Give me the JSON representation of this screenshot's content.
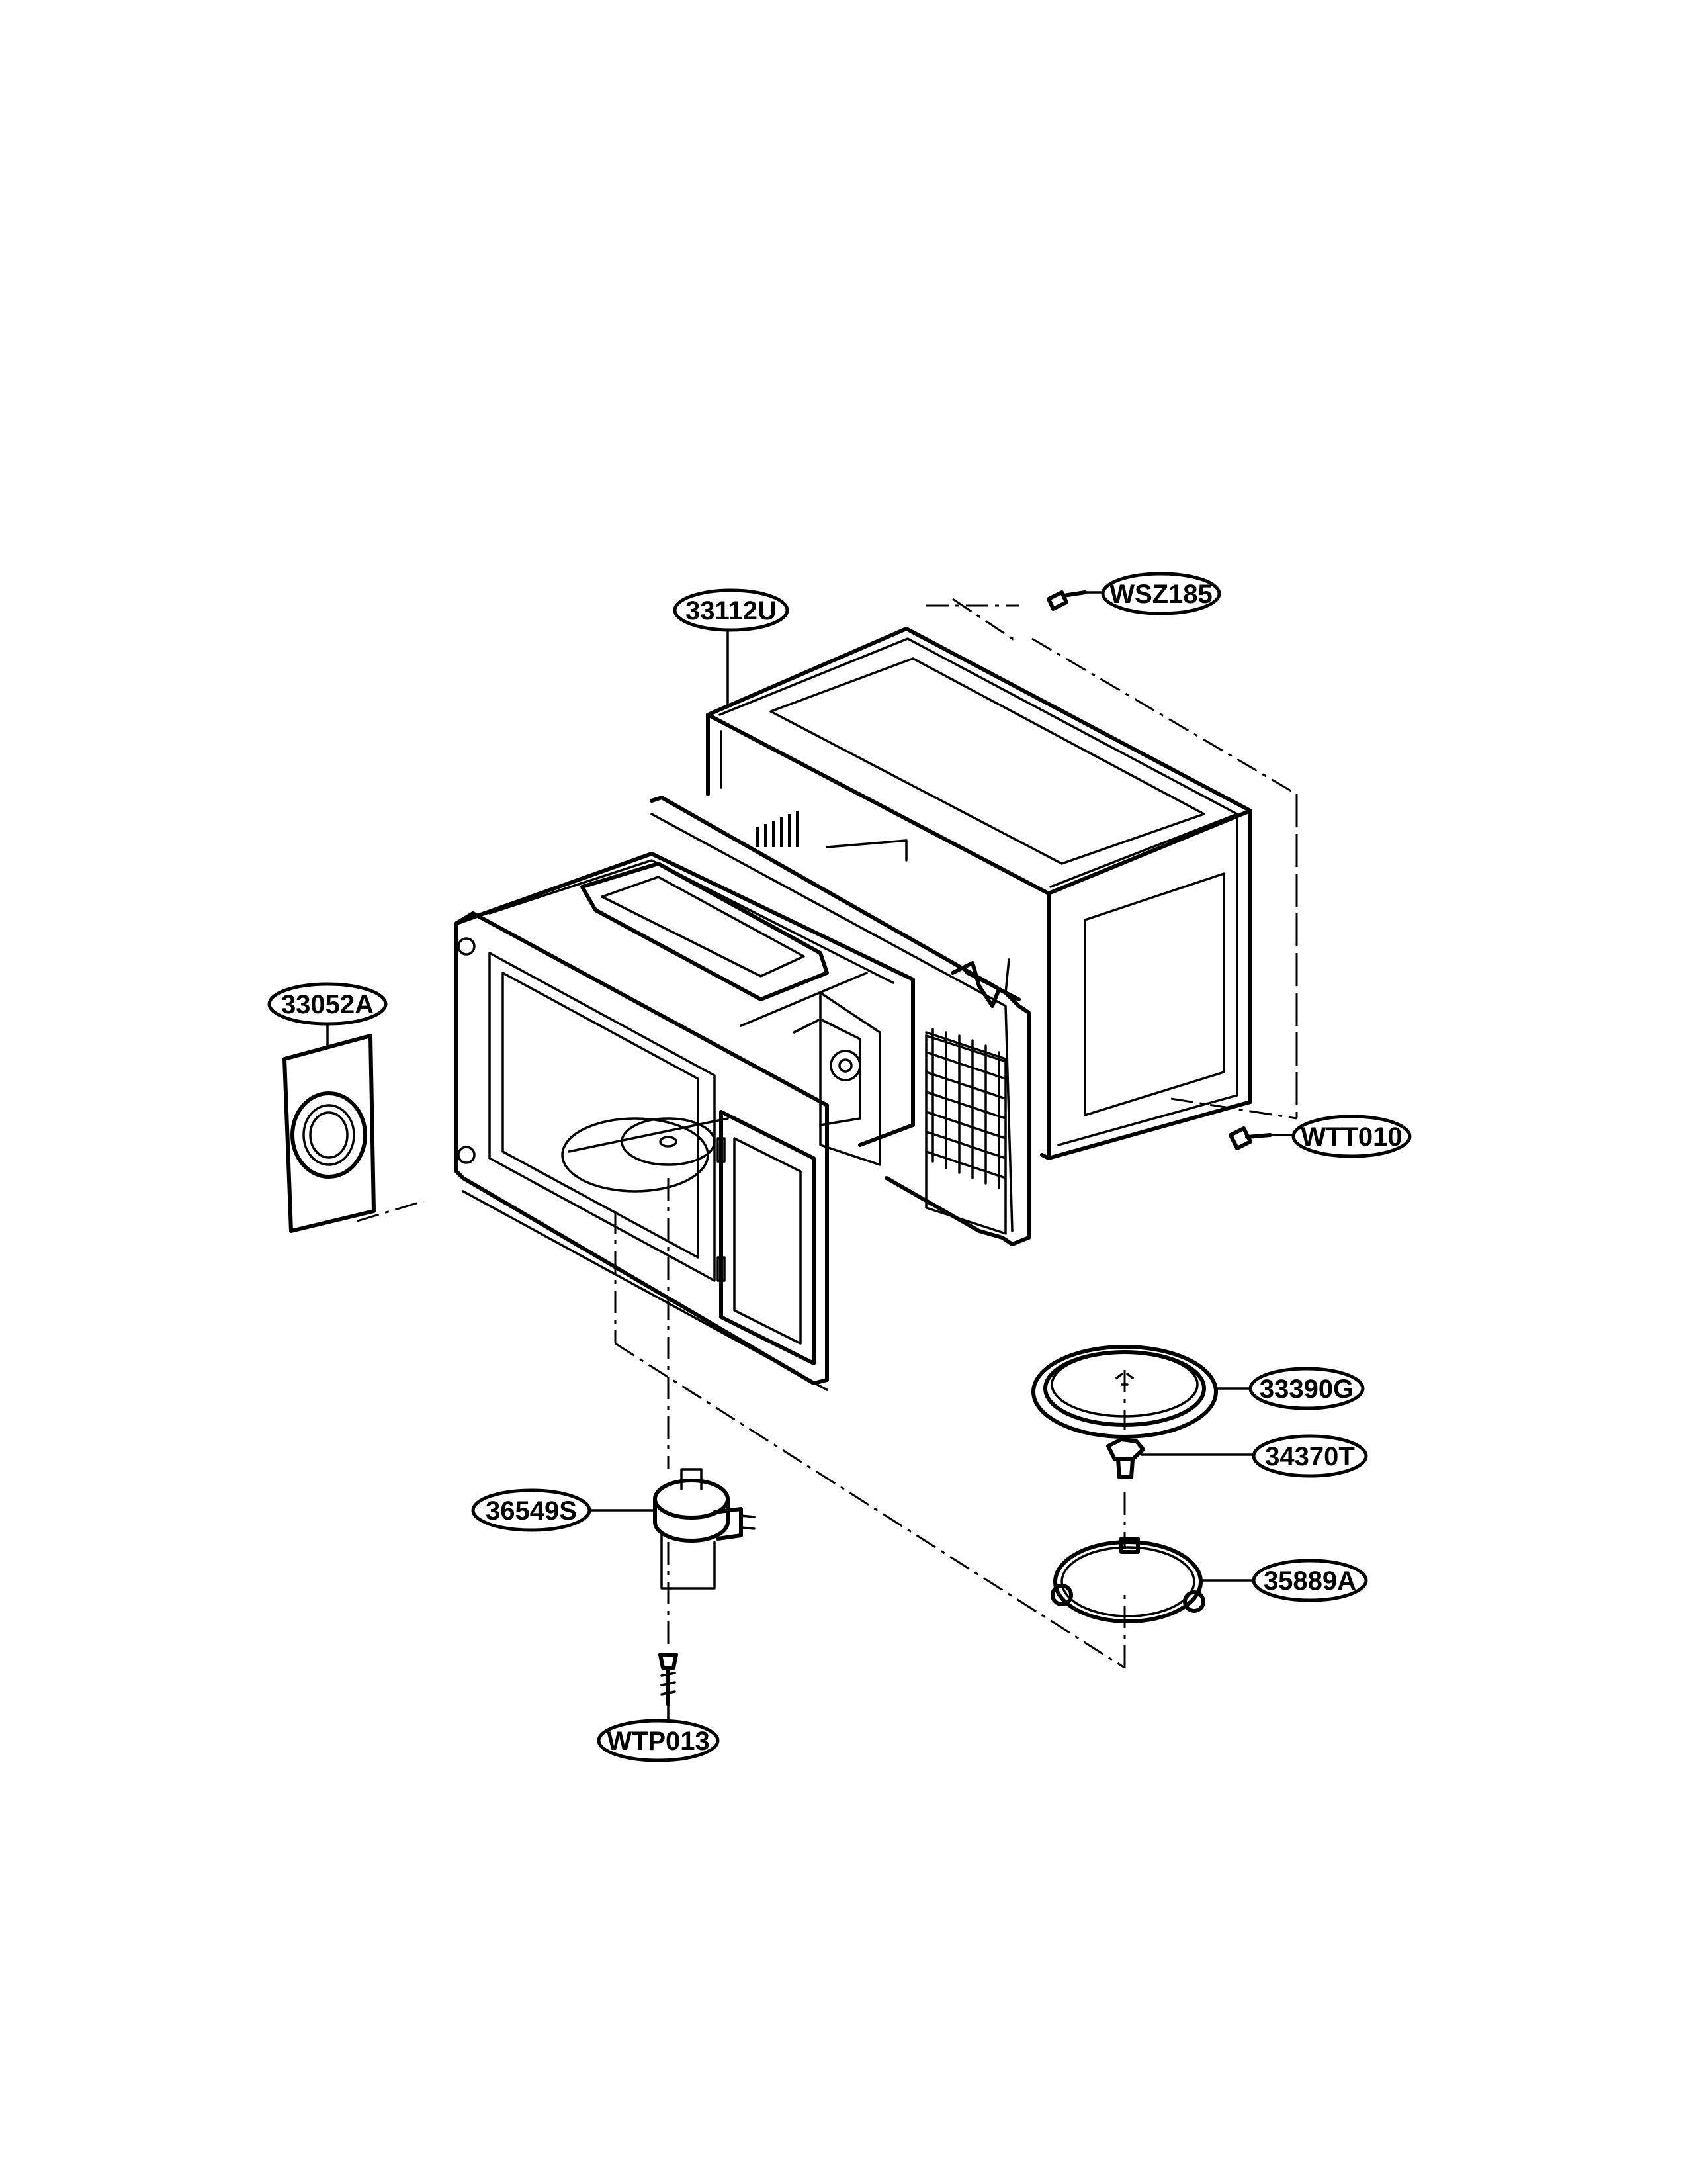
{
  "callouts": [
    {
      "key": "c33112U",
      "text": "33112U"
    },
    {
      "key": "cWSZ185",
      "text": "WSZ185"
    },
    {
      "key": "c33052A",
      "text": "33052A"
    },
    {
      "key": "cWTT010",
      "text": "WTT010"
    },
    {
      "key": "c33390G",
      "text": "33390G"
    },
    {
      "key": "c34370T",
      "text": "34370T"
    },
    {
      "key": "c36549S",
      "text": "36549S"
    },
    {
      "key": "c35889A",
      "text": "35889A"
    },
    {
      "key": "cWTP013",
      "text": "WTP013"
    }
  ]
}
